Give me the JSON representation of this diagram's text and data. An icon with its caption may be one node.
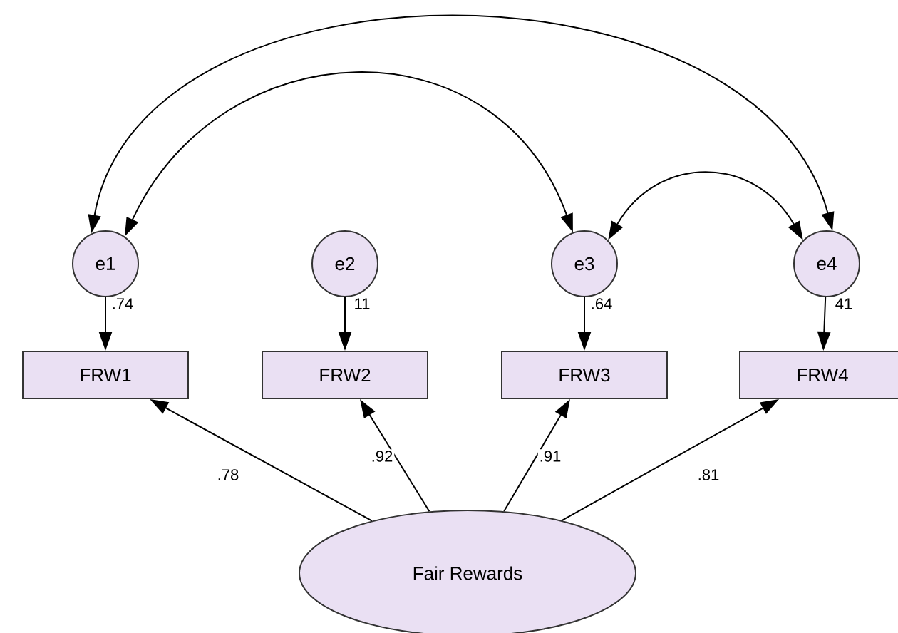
{
  "diagram": {
    "nodes": [
      {
        "text": [
          "e1"
        ]
      },
      {
        "text": [
          "e2"
        ]
      },
      {
        "text": [
          "e3"
        ]
      },
      {
        "text": [
          "e4"
        ]
      },
      {
        "text": [
          "FRW1"
        ]
      },
      {
        "text": [
          "FRW2"
        ]
      },
      {
        "text": [
          "FRW3"
        ]
      },
      {
        "text": [
          "FRW4"
        ]
      },
      {
        "text": [
          "Fair Rewards"
        ]
      }
    ],
    "edges": [
      {
        "from": 0,
        "to": 4,
        "arrow": "to",
        "label": ".74"
      },
      {
        "from": 1,
        "to": 5,
        "arrow": "to",
        "label": "11"
      },
      {
        "from": 2,
        "to": 6,
        "arrow": "to",
        "label": ".64"
      },
      {
        "from": 3,
        "to": 7,
        "arrow": "to",
        "label": "41"
      },
      {
        "from": 8,
        "to": 4,
        "arrow": "to",
        "label": ".78"
      },
      {
        "from": 8,
        "to": 5,
        "arrow": "to",
        "label": ".92"
      },
      {
        "from": 8,
        "to": 6,
        "arrow": "to",
        "label": ".91"
      },
      {
        "from": 8,
        "to": 7,
        "arrow": "to",
        "label": ".81"
      },
      {
        "from": 0,
        "to": 2,
        "arrow": "both"
      },
      {
        "from": 0,
        "to": 3,
        "arrow": "both"
      },
      {
        "from": 2,
        "to": 3,
        "arrow": "both"
      }
    ]
  }
}
